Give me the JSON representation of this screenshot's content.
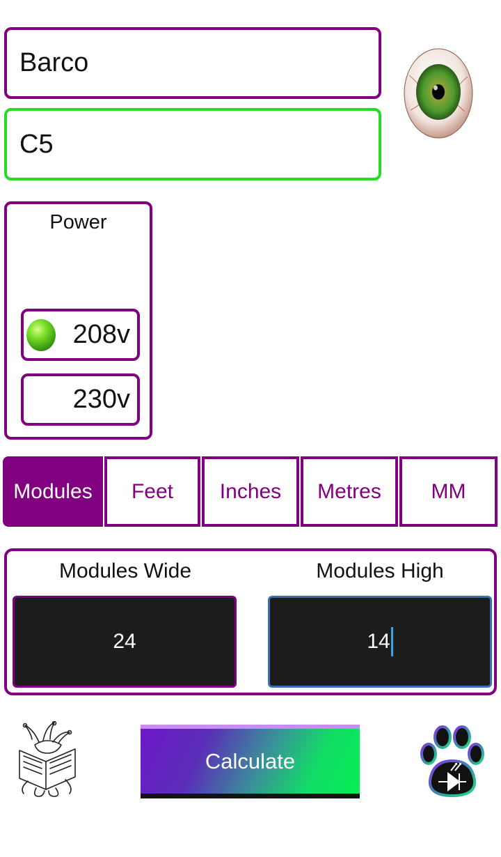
{
  "brand": {
    "value": "Barco"
  },
  "model": {
    "value": "C5"
  },
  "power": {
    "title": "Power",
    "options": [
      {
        "label": "208v",
        "selected": true
      },
      {
        "label": "230v",
        "selected": false
      }
    ]
  },
  "unit_tabs": [
    {
      "label": "Modules",
      "active": true
    },
    {
      "label": "Feet",
      "active": false
    },
    {
      "label": "Inches",
      "active": false
    },
    {
      "label": "Metres",
      "active": false
    },
    {
      "label": "MM",
      "active": false
    }
  ],
  "dimensions": {
    "wide_label": "Modules Wide",
    "wide_value": "24",
    "high_label": "Modules High",
    "high_value": "14"
  },
  "calculate_label": "Calculate",
  "icons": {
    "eye": "eye-icon",
    "reader": "jester-reading-book-icon",
    "paw": "paw-led-icon",
    "led": "led-indicator-icon"
  },
  "colors": {
    "accent": "#800080",
    "focus": "#22dd22",
    "input_bg": "#1c1c1c",
    "cursor": "#36a3e8"
  }
}
